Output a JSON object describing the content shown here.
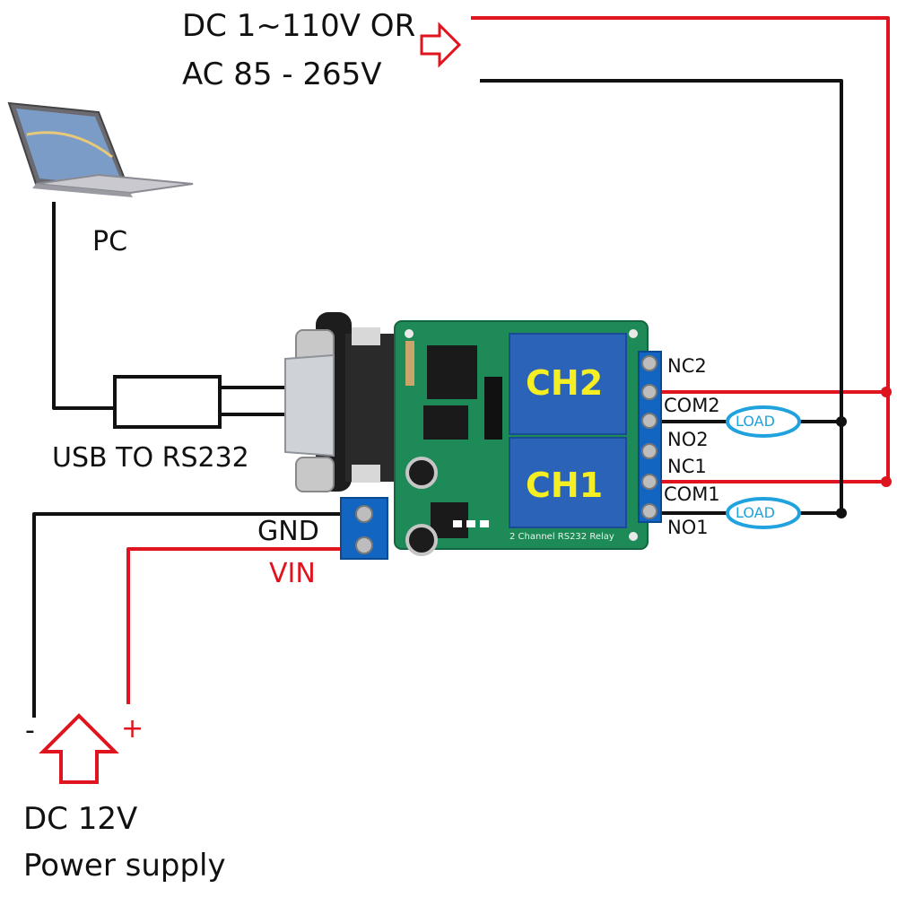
{
  "source": {
    "line1": "DC 1~110V OR",
    "line2": "AC 85 - 265V"
  },
  "pc": {
    "label": "PC",
    "icon": "laptop-icon"
  },
  "adapter": {
    "label": "USB TO RS232"
  },
  "board": {
    "label": "2 Channel RS232 Relay",
    "ch1": "CH1",
    "ch2": "CH2"
  },
  "terminals": {
    "nc2": "NC2",
    "com2": "COM2",
    "no2": "NO2",
    "nc1": "NC1",
    "com1": "COM1",
    "no1": "NO1"
  },
  "load": {
    "label": "LOAD"
  },
  "power": {
    "gnd": "GND",
    "vin": "VIN",
    "minus": "-",
    "plus": "+",
    "supply_line1": "DC 12V",
    "supply_line2": "Power supply"
  },
  "colors": {
    "wire_red": "#e0141e",
    "wire_black": "#111111",
    "load_blue": "#1fa2dd",
    "channel_yellow": "#f4ee22",
    "pcb_green": "#1e8a58",
    "relay_blue": "#2b63b8"
  }
}
